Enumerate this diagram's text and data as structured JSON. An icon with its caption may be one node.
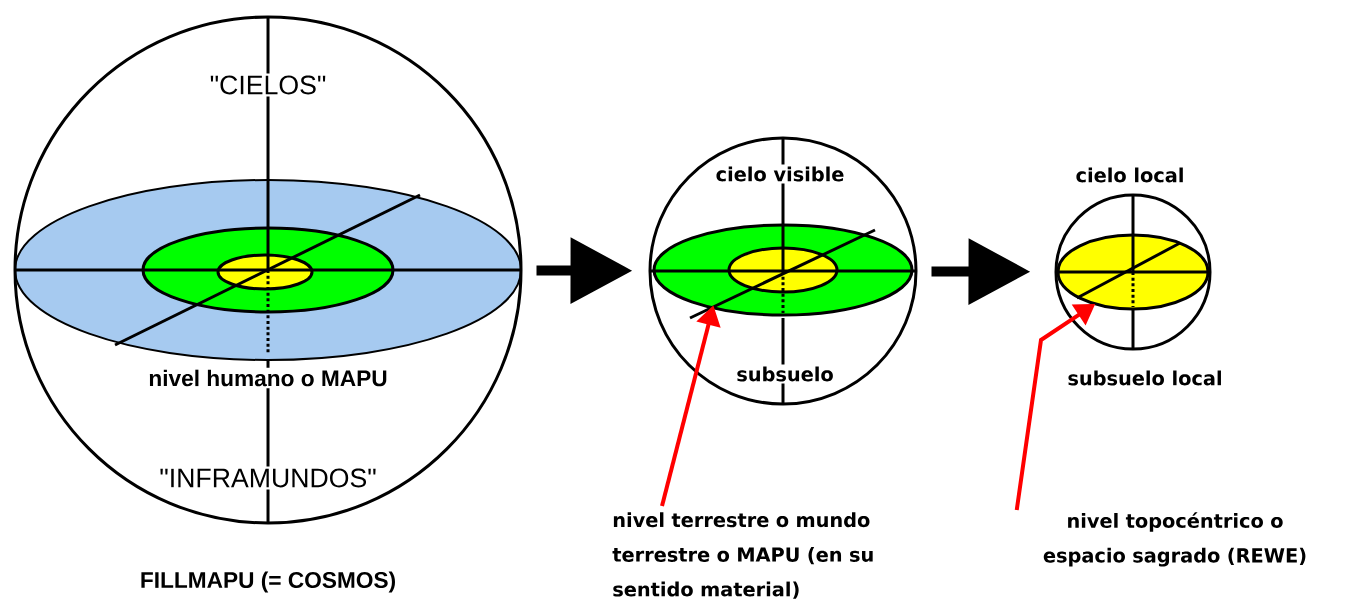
{
  "diagram": {
    "nodes": [
      {
        "text": [
          "\"CIELOS\"",
          "nivel humano o MAPU",
          "\"INFRAMUNDOS\""
        ],
        "beside": [
          "FILLMAPU (= COSMOS)"
        ]
      },
      {
        "text": [
          "cielo visible",
          "subsuelo"
        ]
      },
      {
        "text": [],
        "shape": "ellipse",
        "in": 1
      },
      {
        "text": [
          "cielo local",
          "subsuelo local"
        ]
      },
      {
        "text": [],
        "shape": "ellipse",
        "in": 3
      },
      {
        "text": [
          "nivel terrestre o mundo terrestre o MAPU (en su sentido material)"
        ]
      },
      {
        "text": [
          "nivel topocéntrico o espacio sagrado (REWE)"
        ]
      }
    ],
    "edges": [
      {
        "from": 0,
        "to": 1,
        "arrow": "to",
        "style": "thick"
      },
      {
        "from": 1,
        "to": 3,
        "arrow": "to",
        "style": "thick"
      },
      {
        "from": 5,
        "to": 2,
        "arrow": "to",
        "color": "#ff0000"
      },
      {
        "from": 6,
        "to": 4,
        "arrow": "to",
        "color": "#ff0000"
      }
    ]
  }
}
